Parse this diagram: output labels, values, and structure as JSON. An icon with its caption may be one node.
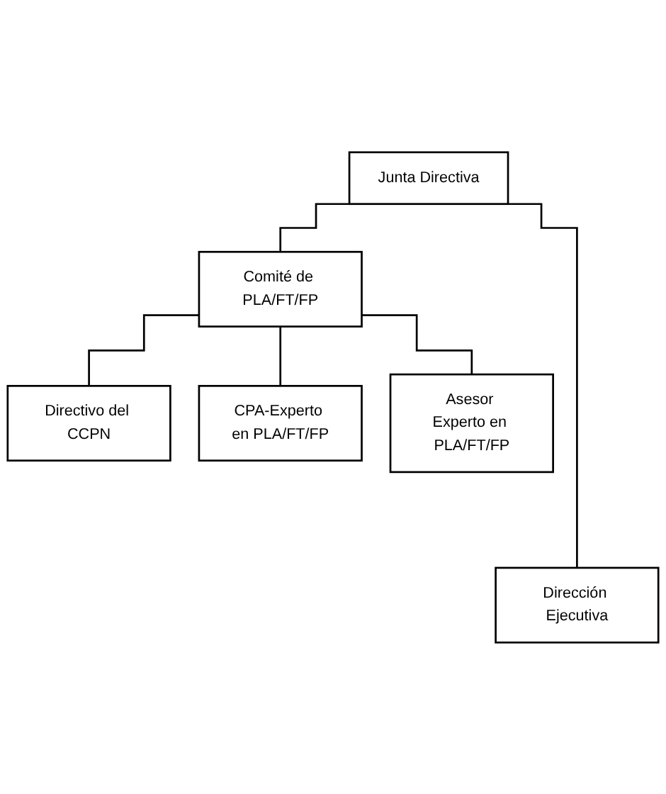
{
  "diagram": {
    "nodes": [
      {
        "text": [
          "Junta Directiva"
        ]
      },
      {
        "text": [
          "Comité de PLA/FT/FP"
        ]
      },
      {
        "text": [
          "Directivo del CCPN"
        ]
      },
      {
        "text": [
          "CPA-Experto en PLA/FT/FP"
        ]
      },
      {
        "text": [
          "Asesor Experto en PLA/FT/FP"
        ]
      },
      {
        "text": [
          "Dirección Ejecutiva"
        ]
      }
    ],
    "edges": [
      {
        "from": 0,
        "to": 1,
        "arrow": "none"
      },
      {
        "from": 0,
        "to": 5,
        "arrow": "none"
      },
      {
        "from": 1,
        "to": 2,
        "arrow": "none"
      },
      {
        "from": 1,
        "to": 3,
        "arrow": "none"
      },
      {
        "from": 1,
        "to": 4,
        "arrow": "none"
      }
    ]
  }
}
